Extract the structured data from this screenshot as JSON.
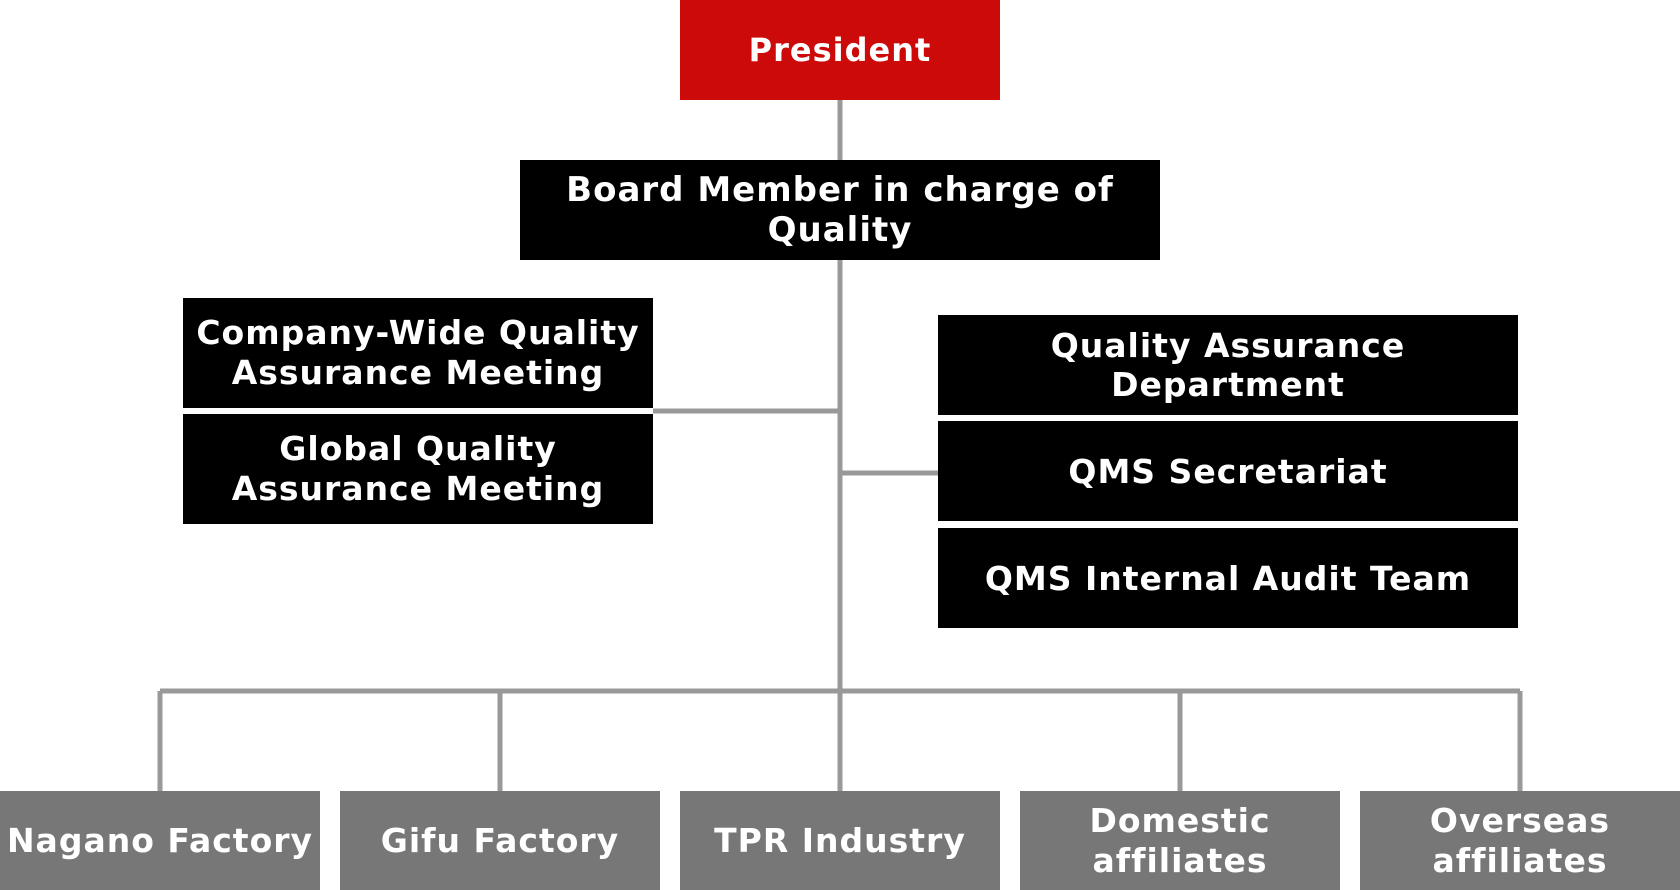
{
  "chart": {
    "president": "President",
    "board_member": "Board Member in charge of Quality",
    "meetings": [
      "Company-Wide Quality Assurance Meeting",
      "Global Quality Assurance Meeting"
    ],
    "departments": [
      "Quality Assurance Department",
      "QMS Secretariat",
      "QMS Internal Audit Team"
    ],
    "sites": [
      "Nagano Factory",
      "Gifu Factory",
      "TPR Industry",
      "Domestic affiliates",
      "Overseas affiliates"
    ]
  },
  "colors": {
    "president_bg": "#cc0a0a",
    "box_bg": "#000000",
    "site_bg": "#777777",
    "connector": "#999999",
    "text": "#ffffff"
  }
}
